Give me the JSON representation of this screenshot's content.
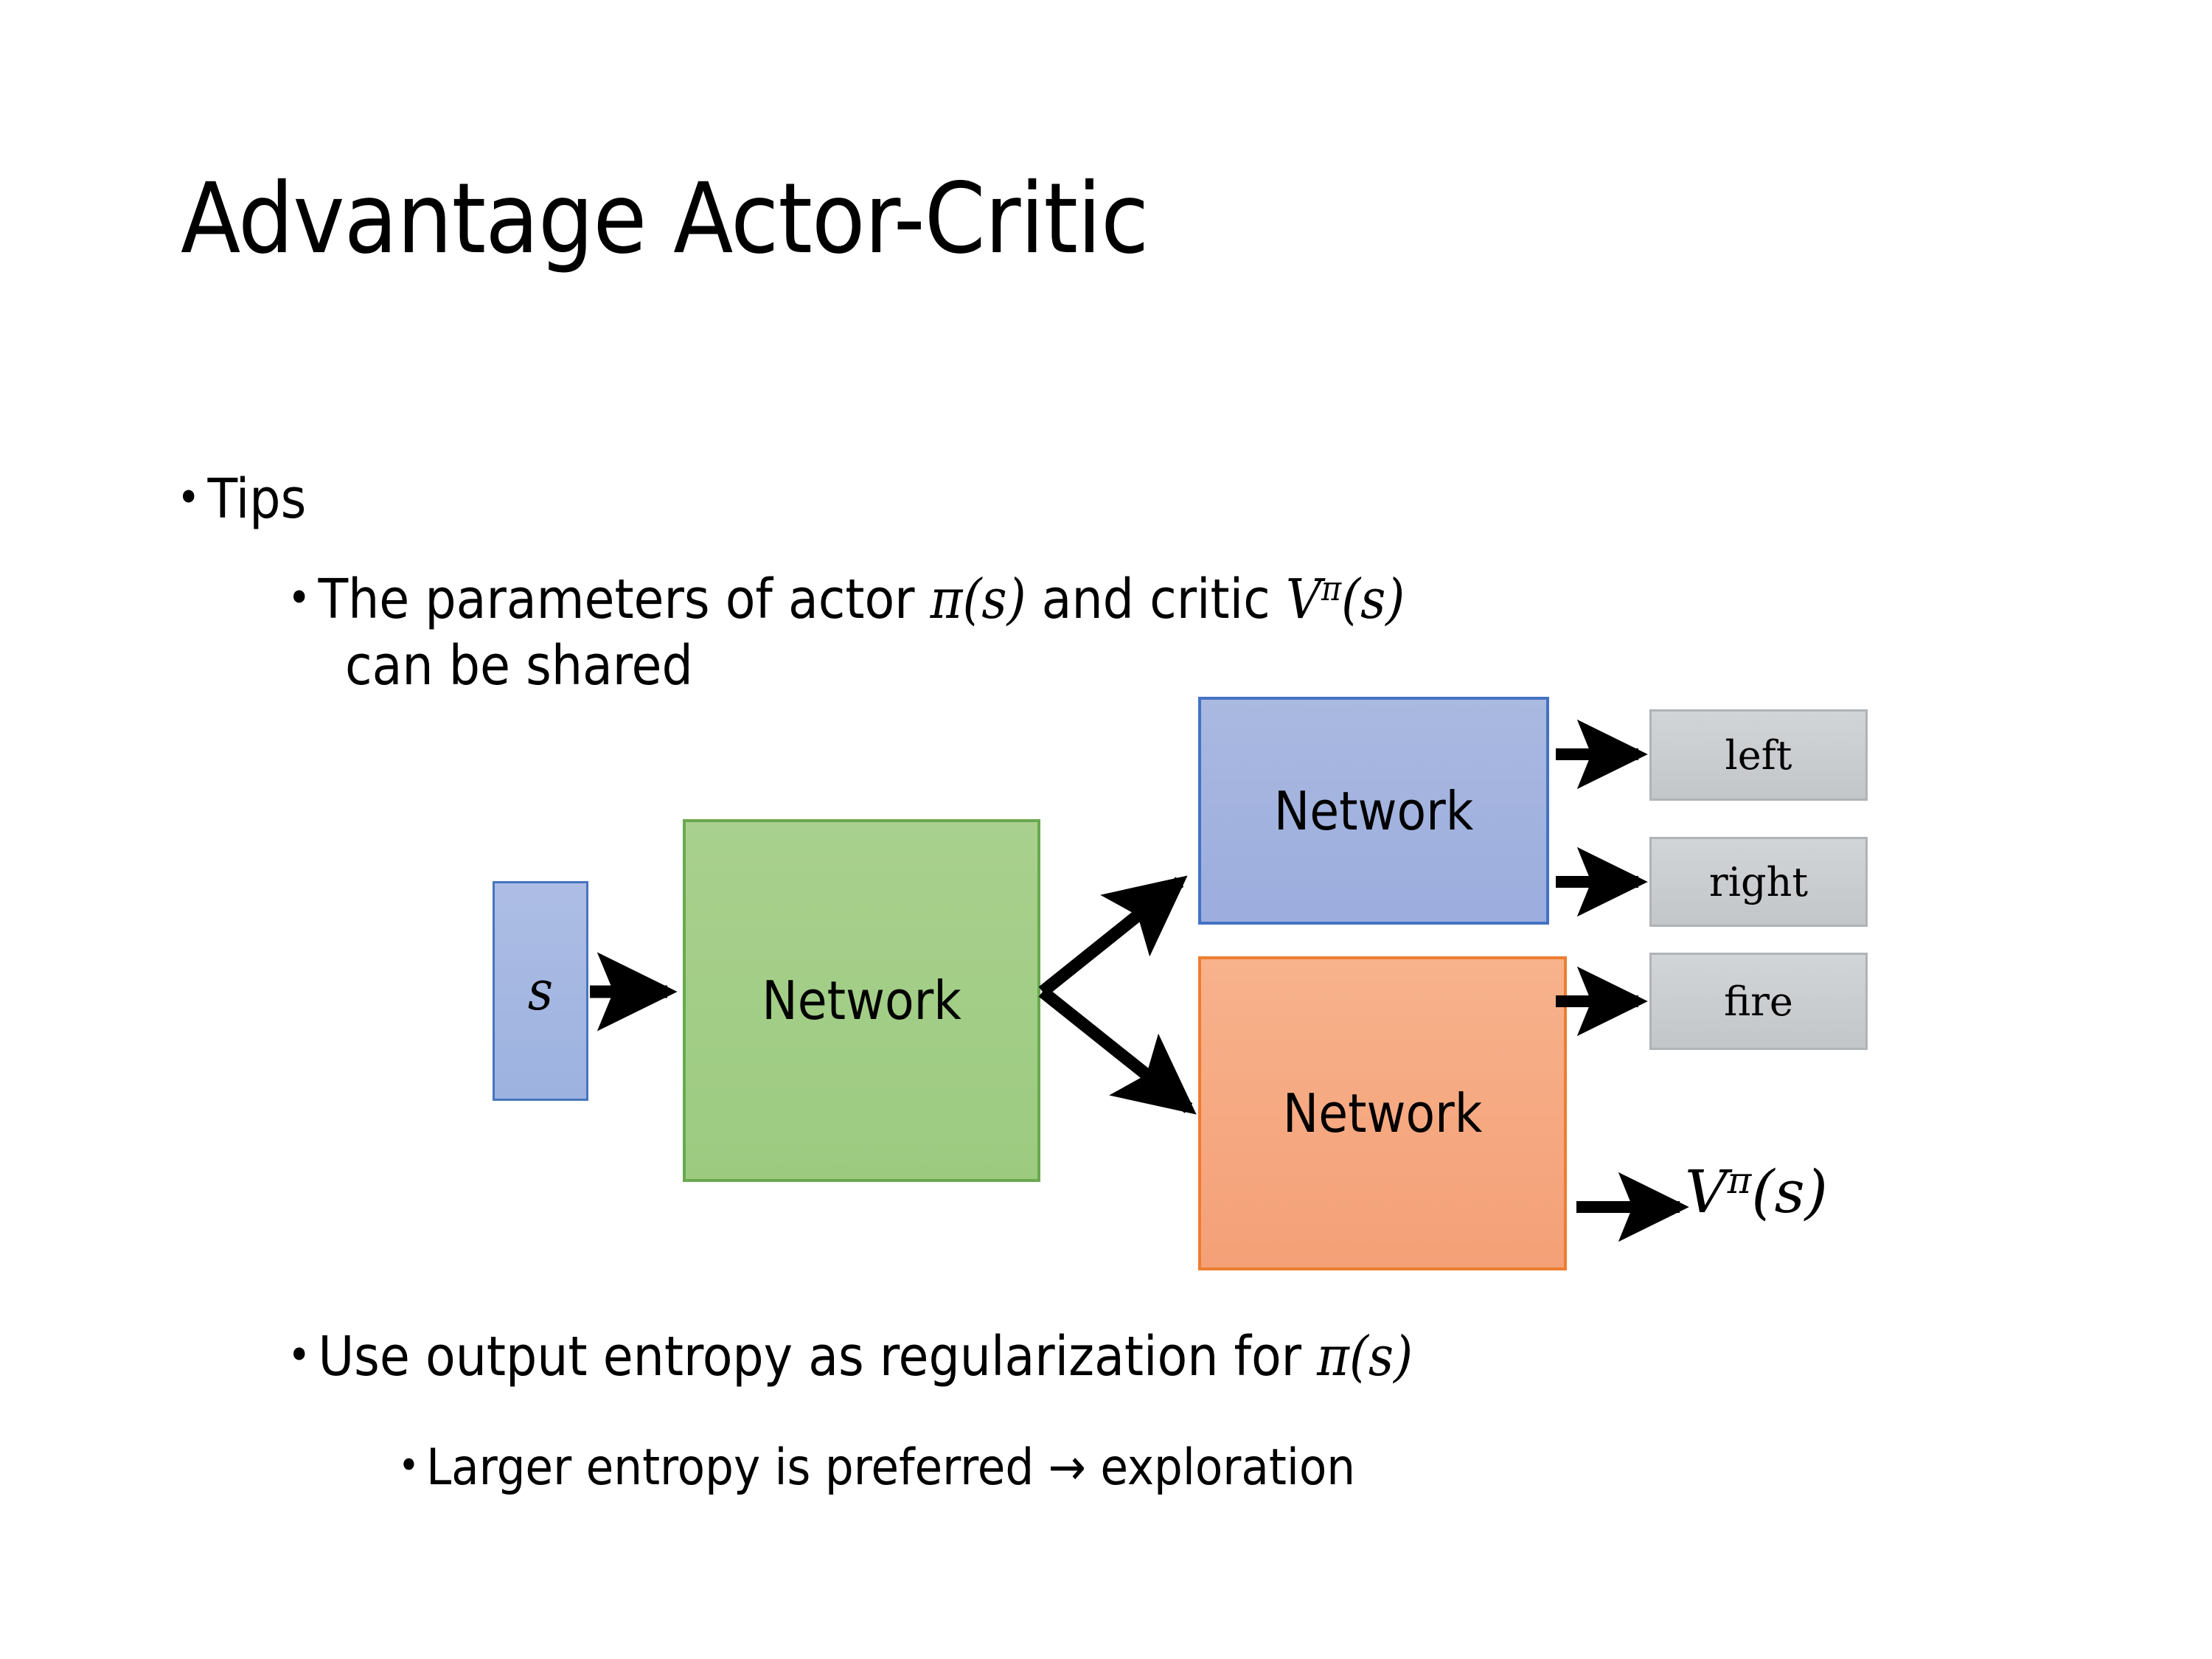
{
  "slide": {
    "title": "Advantage Actor-Critic",
    "background_color": "#ffffff"
  },
  "bullets": {
    "tips": {
      "marker": "•",
      "text": "Tips"
    },
    "params_line1_a": {
      "marker": "•",
      "text_before": "The parameters of actor ",
      "pi": "π",
      "paren_s1": "(s)",
      "text_mid": "  and critic ",
      "v": "V",
      "sup_pi": "π",
      "paren_s2": "(s)"
    },
    "params_line2": {
      "text": "can be shared"
    },
    "entropy": {
      "marker": "•",
      "text_before": "Use output entropy as regularization for ",
      "pi": "π",
      "paren_s": "(s)"
    },
    "larger": {
      "marker": "•",
      "text": "Larger entropy is preferred → exploration"
    }
  },
  "diagram": {
    "input_box": {
      "label": "s",
      "fill": "#a3b4e2",
      "border": "#4775c0"
    },
    "shared_network": {
      "label": "Network",
      "fill": "#a9d08e",
      "border": "#6aa84f"
    },
    "actor_network": {
      "label": "Network",
      "fill": "#a2b2de",
      "border": "#4472c4"
    },
    "critic_network": {
      "label": "Network",
      "fill": "#f5a97f",
      "border": "#ed7d31"
    },
    "actor_outputs": [
      {
        "label": "left",
        "fill": "#c9cccf",
        "border": "#b0b3b6"
      },
      {
        "label": "right",
        "fill": "#c9cccf",
        "border": "#b0b3b6"
      },
      {
        "label": "fire",
        "fill": "#c9cccf",
        "border": "#b0b3b6"
      }
    ],
    "critic_output": {
      "v": "V",
      "sup_pi": "π",
      "paren_s": "(s)"
    },
    "arrow_color": "#000000"
  }
}
